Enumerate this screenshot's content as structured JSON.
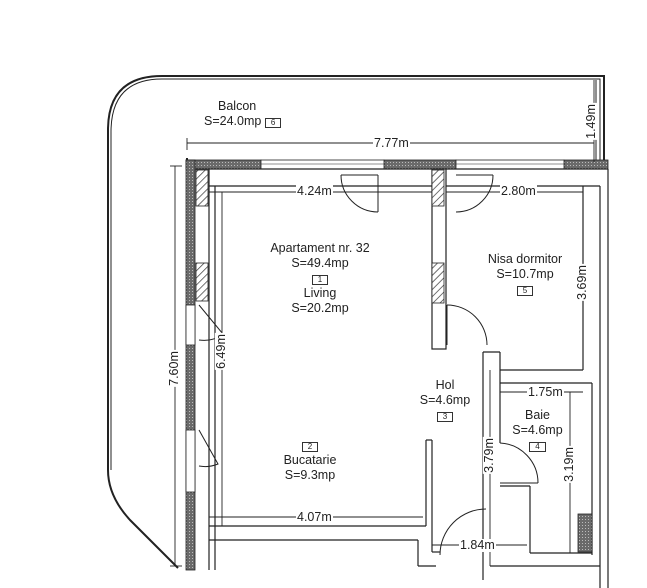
{
  "plan": {
    "title": "Apartament nr. 32",
    "total_area": "S=49.4mp",
    "total_tag": "1",
    "rooms": [
      {
        "id": "balcon",
        "name": "Balcon",
        "area": "S=24.0mp",
        "tag": "6"
      },
      {
        "id": "living",
        "name": "Living",
        "area": "S=20.2mp",
        "tag": "1"
      },
      {
        "id": "bucatarie",
        "name": "Bucatarie",
        "area": "S=9.3mp",
        "tag": "2"
      },
      {
        "id": "hol",
        "name": "Hol",
        "area": "S=4.6mp",
        "tag": "3"
      },
      {
        "id": "baie",
        "name": "Baie",
        "area": "S=4.6mp",
        "tag": "4"
      },
      {
        "id": "nisa",
        "name": "Nisa dormitor",
        "area": "S=10.7mp",
        "tag": "5"
      }
    ],
    "dimensions": {
      "overall_width": "7.77m",
      "balcony_depth": "1.49m",
      "living_width": "4.24m",
      "nisa_width": "2.80m",
      "overall_height": "7.60m",
      "living_height": "6.49m",
      "nisa_height": "3.69m",
      "baie_width": "1.75m",
      "baie_height": "3.19m",
      "hol_height": "3.79m",
      "bucatarie_width": "4.07m",
      "hol_width": "1.84m"
    },
    "colors": {
      "line": "#222222",
      "wall_fill": "#555555",
      "background": "#ffffff"
    }
  }
}
